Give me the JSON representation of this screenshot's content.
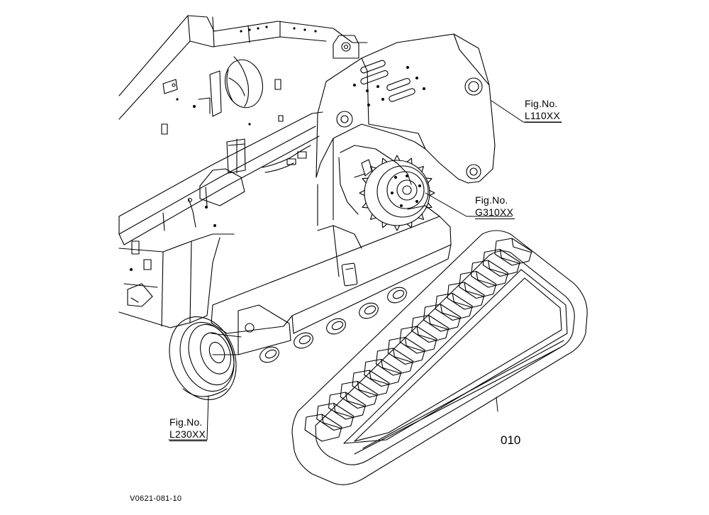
{
  "callouts": {
    "frame": {
      "line1": "Fig.No.",
      "line2": "L110XX"
    },
    "motor": {
      "line1": "Fig.No.",
      "line2": "G310XX"
    },
    "idler": {
      "line1": "Fig.No.",
      "line2": "L230XX"
    }
  },
  "part": {
    "track_number": "010"
  },
  "drawing_id": "V0621-081-10"
}
